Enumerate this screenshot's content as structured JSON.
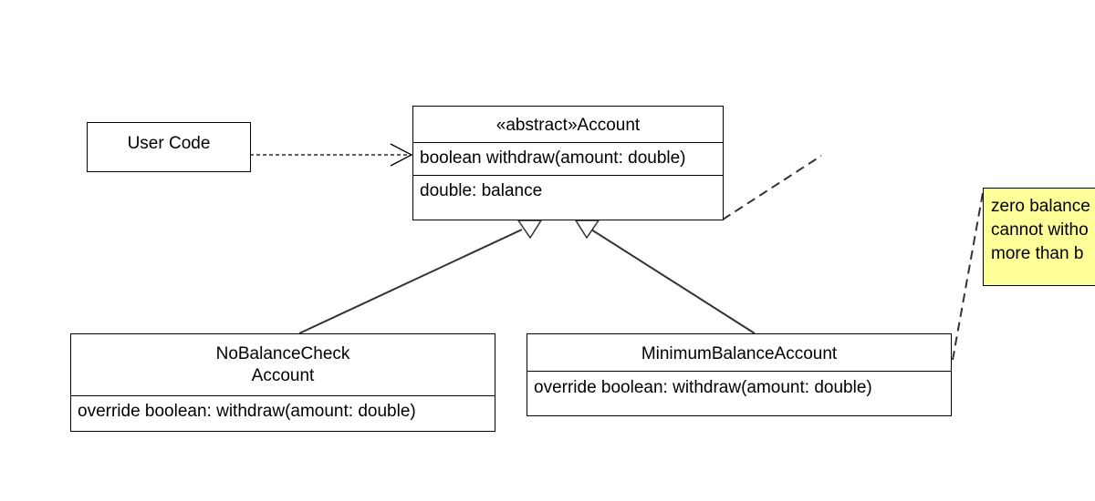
{
  "user_code": {
    "label": "User Code"
  },
  "account": {
    "stereotype": "«abstract»",
    "name": "Account",
    "method": "boolean withdraw(amount: double)",
    "attribute": "double: balance"
  },
  "no_balance_check": {
    "name_line1": "NoBalanceCheck",
    "name_line2": "Account",
    "method": "override boolean: withdraw(amount: double)"
  },
  "minimum_balance": {
    "name": "MinimumBalanceAccount",
    "method": "override boolean: withdraw(amount: double)"
  },
  "note": {
    "line1": "zero balance",
    "line2": "cannot witho",
    "line3": "more than b"
  },
  "colors": {
    "note_fill": "#ffff99",
    "stroke": "#000000",
    "connector": "#333333"
  }
}
